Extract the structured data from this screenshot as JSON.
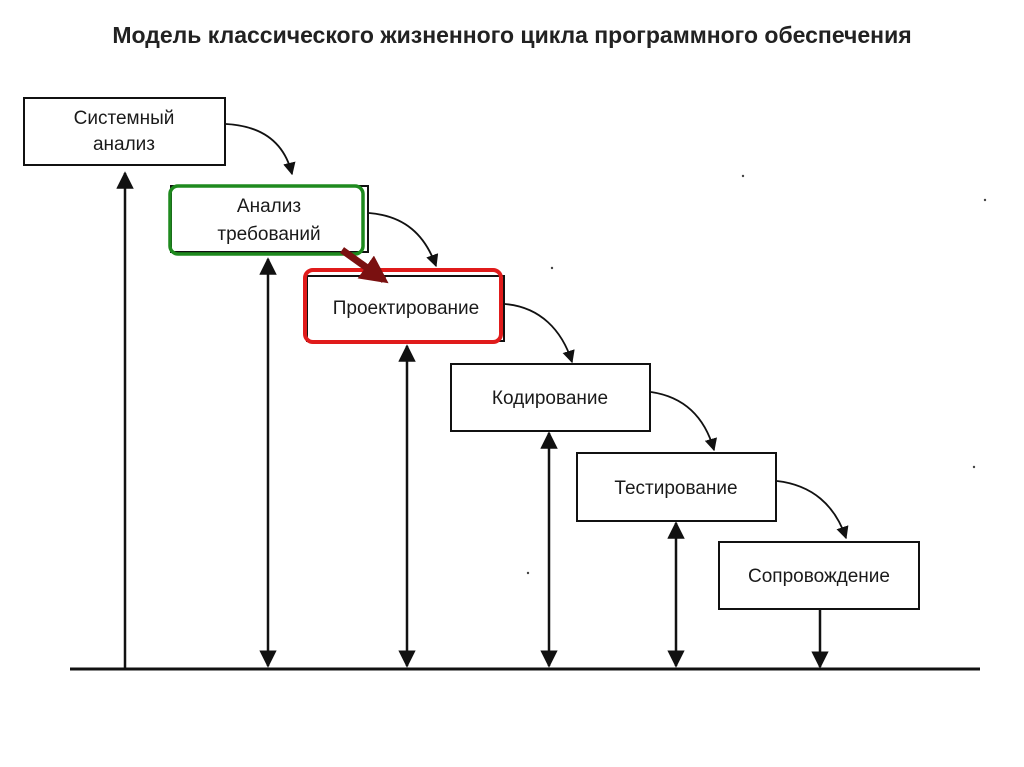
{
  "title": "Модель классического жизненного цикла программного обеспечения",
  "stages": [
    {
      "lines": [
        "Системный",
        "анализ"
      ]
    },
    {
      "lines": [
        "Анализ",
        "требований"
      ],
      "highlight": "green"
    },
    {
      "lines": [
        "Проектирование"
      ],
      "highlight": "red"
    },
    {
      "lines": [
        "Кодирование"
      ]
    },
    {
      "lines": [
        "Тестирование"
      ]
    },
    {
      "lines": [
        "Сопровождение"
      ]
    }
  ],
  "colors": {
    "line": "#111111",
    "highlight_green": "#1e8a1e",
    "highlight_red": "#e01b1b",
    "pointer_arrow": "#7a1010"
  }
}
